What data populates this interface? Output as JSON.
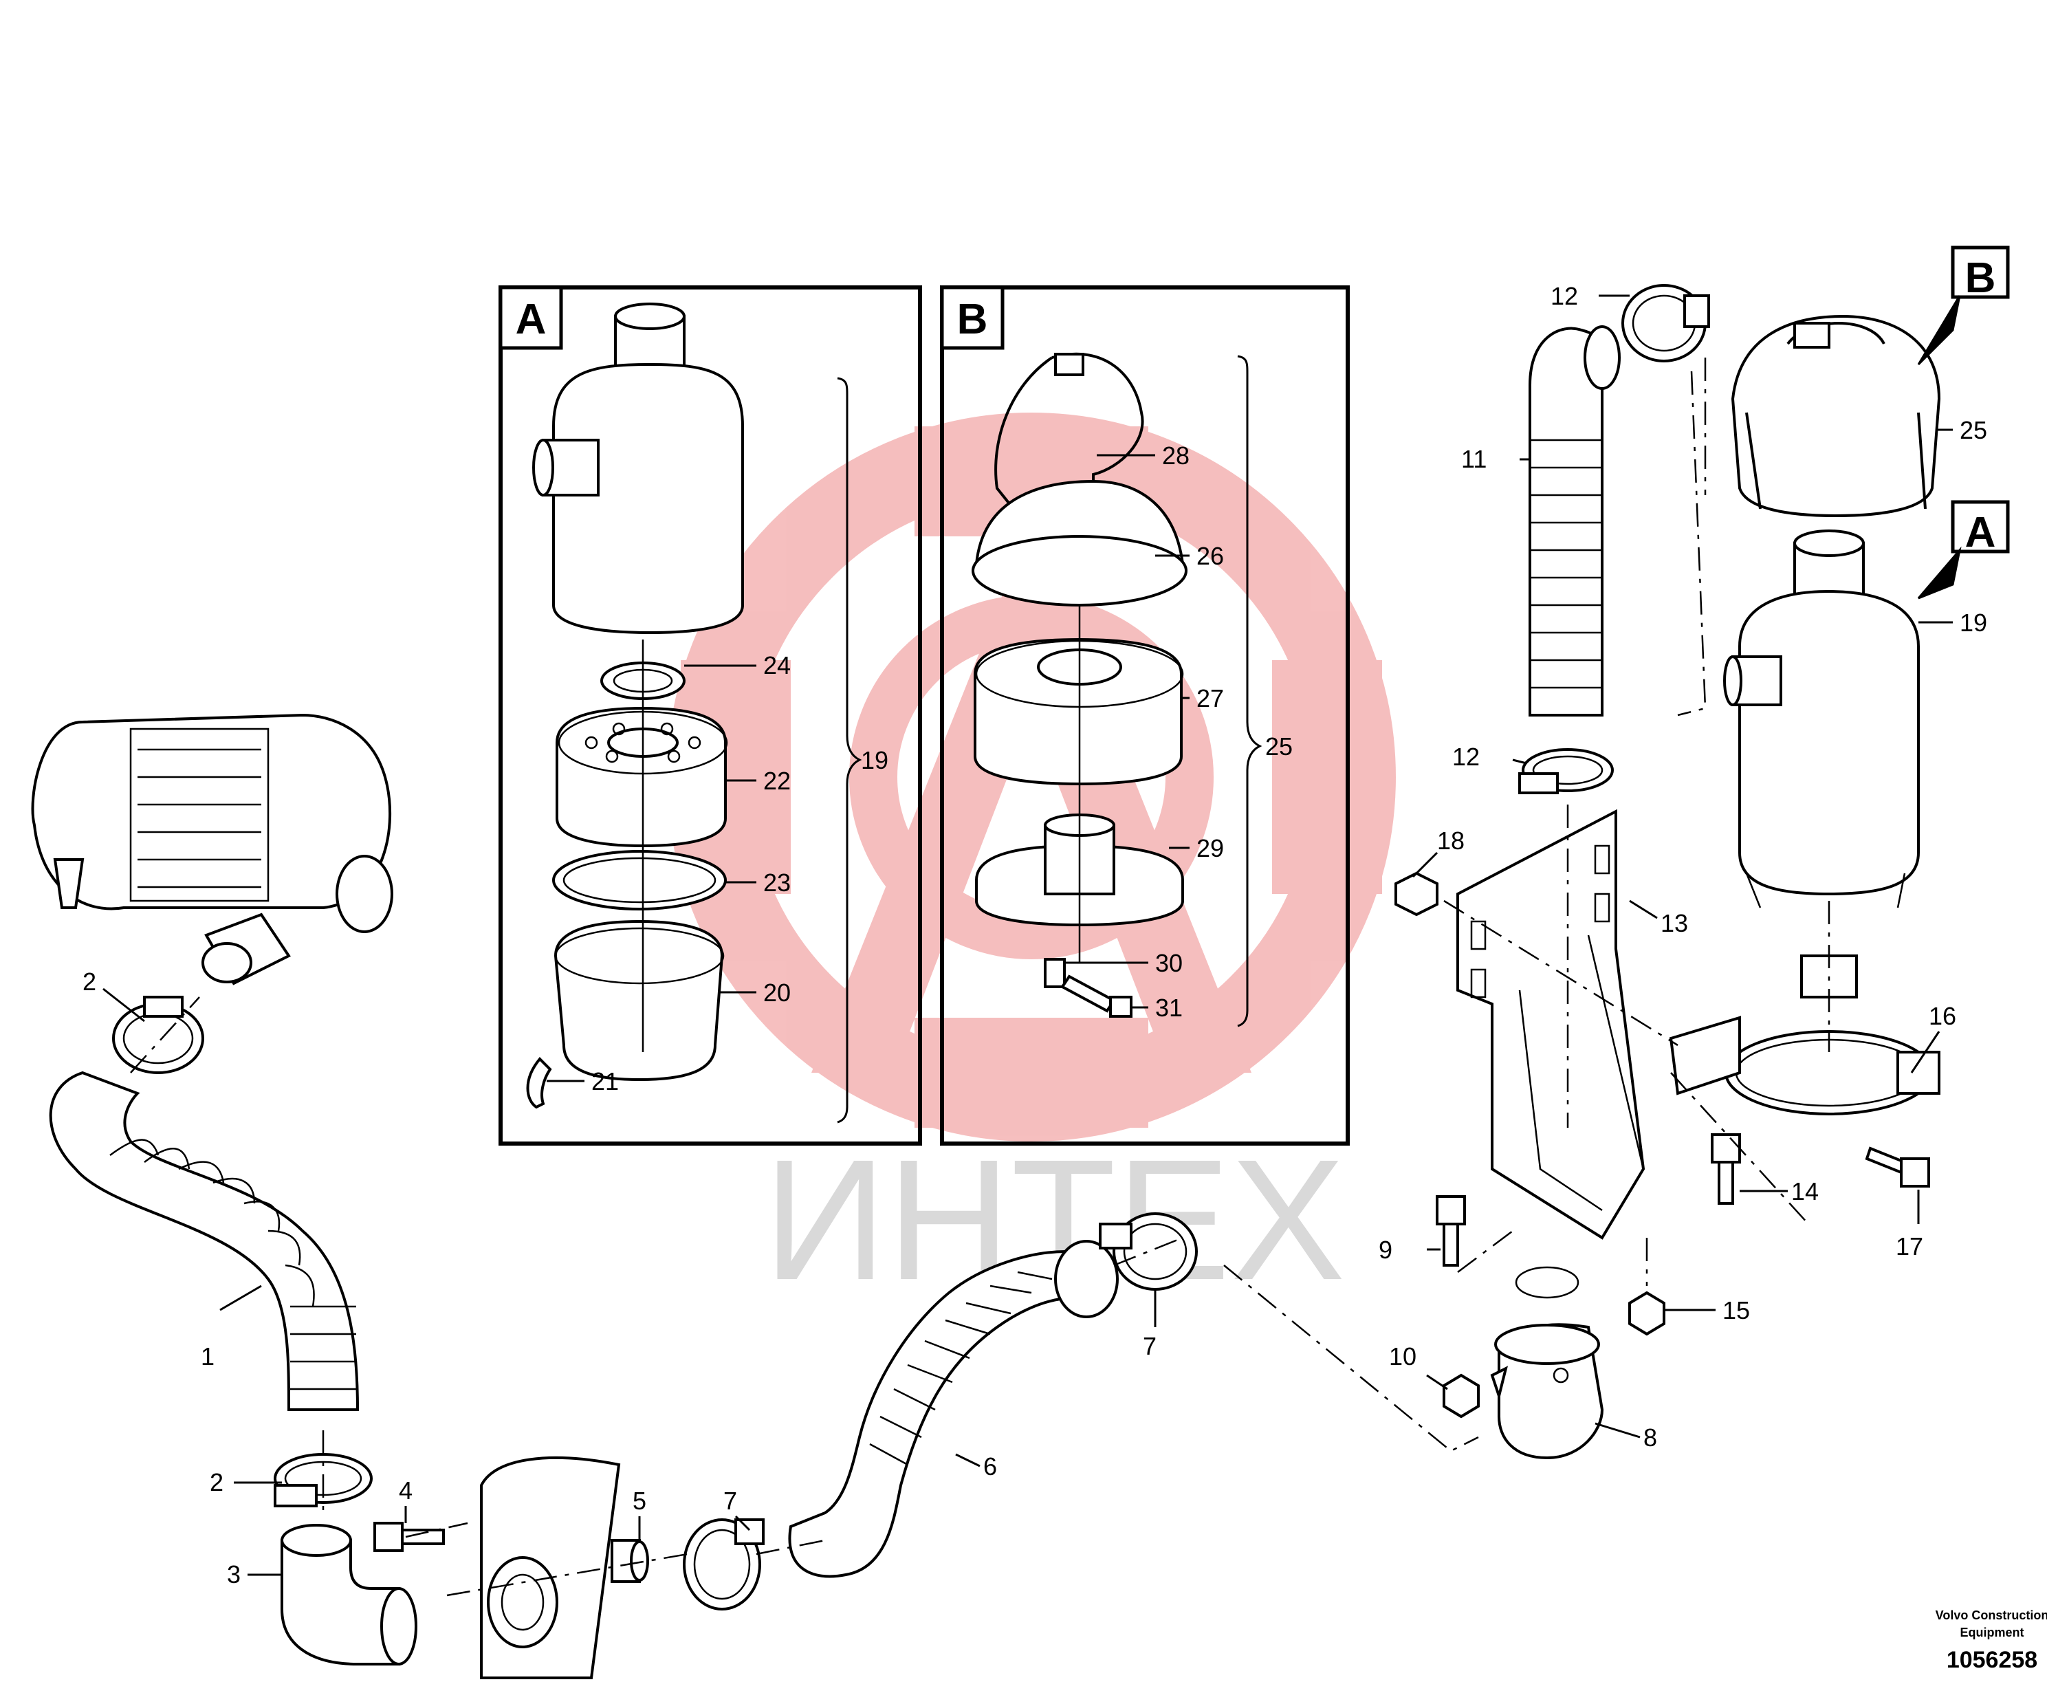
{
  "watermark": {
    "text": "ИНТЕХ",
    "color": "#d9d9d9",
    "logo_color": "#f5b8b8"
  },
  "inset_a": {
    "tag": "A",
    "labels": [
      "24",
      "22",
      "19",
      "23",
      "20",
      "21"
    ]
  },
  "inset_b": {
    "tag": "B",
    "labels": [
      "28",
      "26",
      "27",
      "25",
      "29",
      "30",
      "31"
    ]
  },
  "main_tags": {
    "b": "B",
    "a": "A"
  },
  "parts": {
    "p1": "1",
    "p2a": "2",
    "p2b": "2",
    "p3": "3",
    "p4": "4",
    "p5": "5",
    "p6": "6",
    "p7a": "7",
    "p7b": "7",
    "p8": "8",
    "p9": "9",
    "p10": "10",
    "p11": "11",
    "p12a": "12",
    "p12b": "12",
    "p13": "13",
    "p14": "14",
    "p15": "15",
    "p16": "16",
    "p17": "17",
    "p18": "18",
    "p19": "19",
    "p25": "25"
  },
  "credit": {
    "line1": "Volvo Construction",
    "line2": "Equipment",
    "doc_number": "1056258"
  }
}
